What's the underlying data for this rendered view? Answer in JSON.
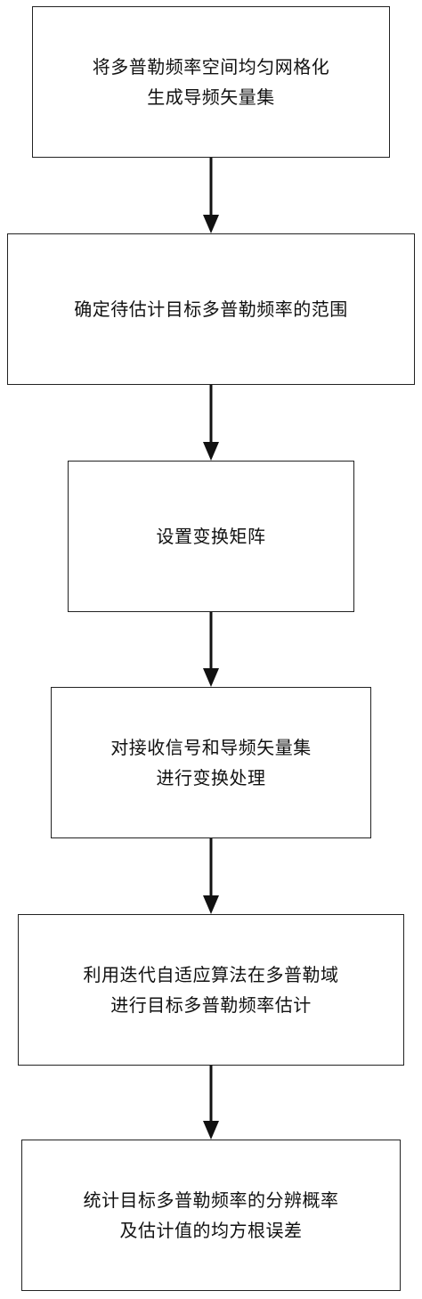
{
  "flowchart": {
    "steps": [
      {
        "text": "将多普勒频率空间均匀网格化\n生成导频矢量集"
      },
      {
        "text": "确定待估计目标多普勒频率的范围"
      },
      {
        "text": "设置变换矩阵"
      },
      {
        "text": "对接收信号和导频矢量集\n进行变换处理"
      },
      {
        "text": "利用迭代自适应算法在多普勒域\n进行目标多普勒频率估计"
      },
      {
        "text": "统计目标多普勒频率的分辨概率\n及估计值的均方根误差"
      }
    ],
    "colors": {
      "border": "#222222",
      "arrow": "#111111",
      "text": "#111111"
    }
  }
}
